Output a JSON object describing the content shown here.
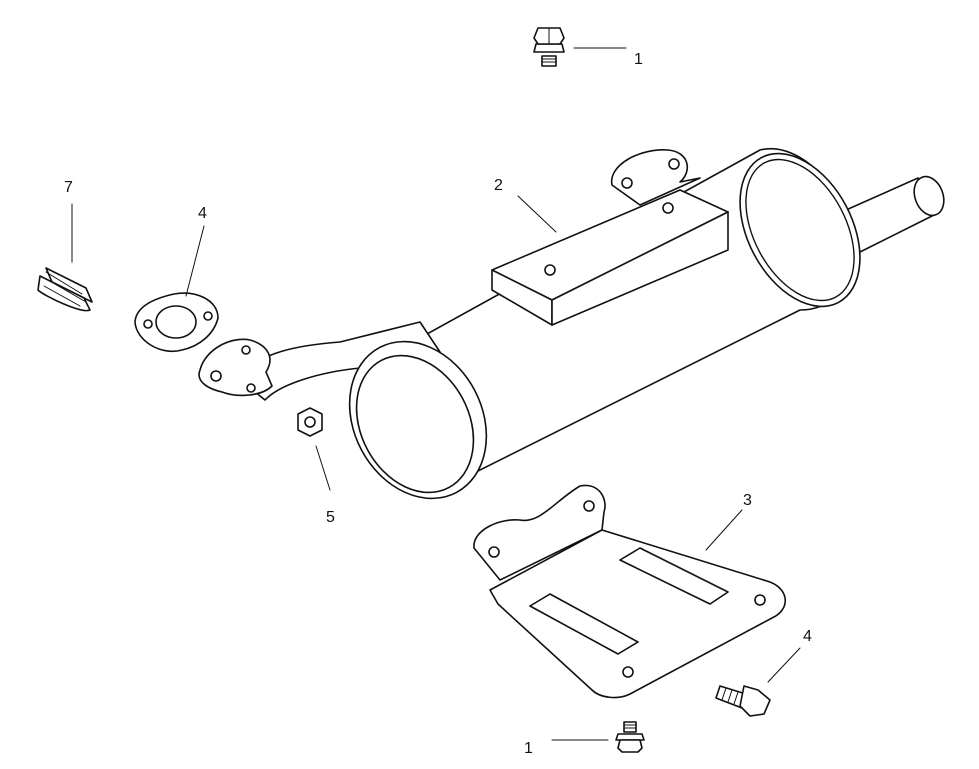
{
  "diagram": {
    "callouts": [
      {
        "id": "bolt-top",
        "label": "1"
      },
      {
        "id": "muffler",
        "label": "2"
      },
      {
        "id": "mount-bracket",
        "label": "3"
      },
      {
        "id": "gasket",
        "label": "4"
      },
      {
        "id": "bolt-bracket",
        "label": "4"
      },
      {
        "id": "nut",
        "label": "5"
      },
      {
        "id": "stud",
        "label": "7"
      },
      {
        "id": "bolt-bottom",
        "label": "1"
      }
    ]
  }
}
